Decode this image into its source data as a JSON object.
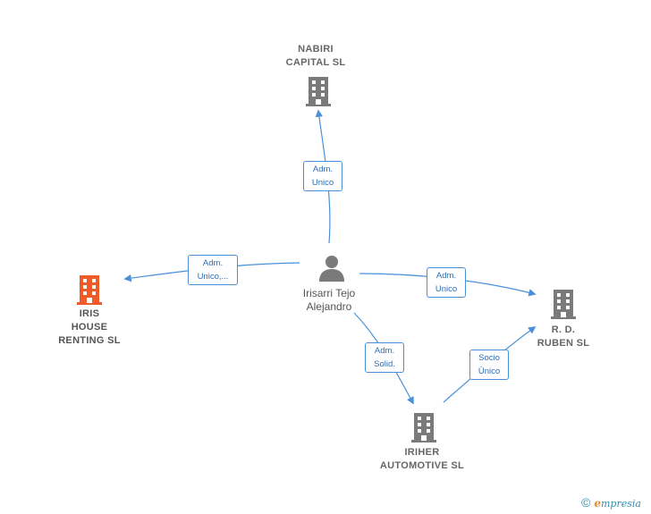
{
  "colors": {
    "edge": "#4a90d9",
    "company_icon": "#7a7a7a",
    "highlight_icon": "#f05a28",
    "person_icon": "#7a7a7a"
  },
  "nodes": {
    "nabiri": {
      "line1": "NABIRI",
      "line2": "CAPITAL  SL"
    },
    "iris": {
      "line1": "IRIS",
      "line2": "HOUSE",
      "line3": "RENTING  SL"
    },
    "person": {
      "line1": "Irisarri Tejo",
      "line2": "Alejandro"
    },
    "ruben": {
      "line1": "R.  D.",
      "line2": "RUBEN  SL"
    },
    "iriher": {
      "line1": "IRIHER",
      "line2": "AUTOMOTIVE SL"
    }
  },
  "edges": {
    "to_nabiri": {
      "line1": "Adm.",
      "line2": "Unico"
    },
    "to_iris": {
      "line1": "Adm.",
      "line2": "Unico,..."
    },
    "to_ruben": {
      "line1": "Adm.",
      "line2": "Unico"
    },
    "to_iriher": {
      "line1": "Adm.",
      "line2": "Solid."
    },
    "iriher_to_ruben": {
      "line1": "Socio",
      "line2": "Único"
    }
  },
  "footer": {
    "copyright": "©",
    "brand_initial": "e",
    "brand_rest": "mpresia"
  }
}
